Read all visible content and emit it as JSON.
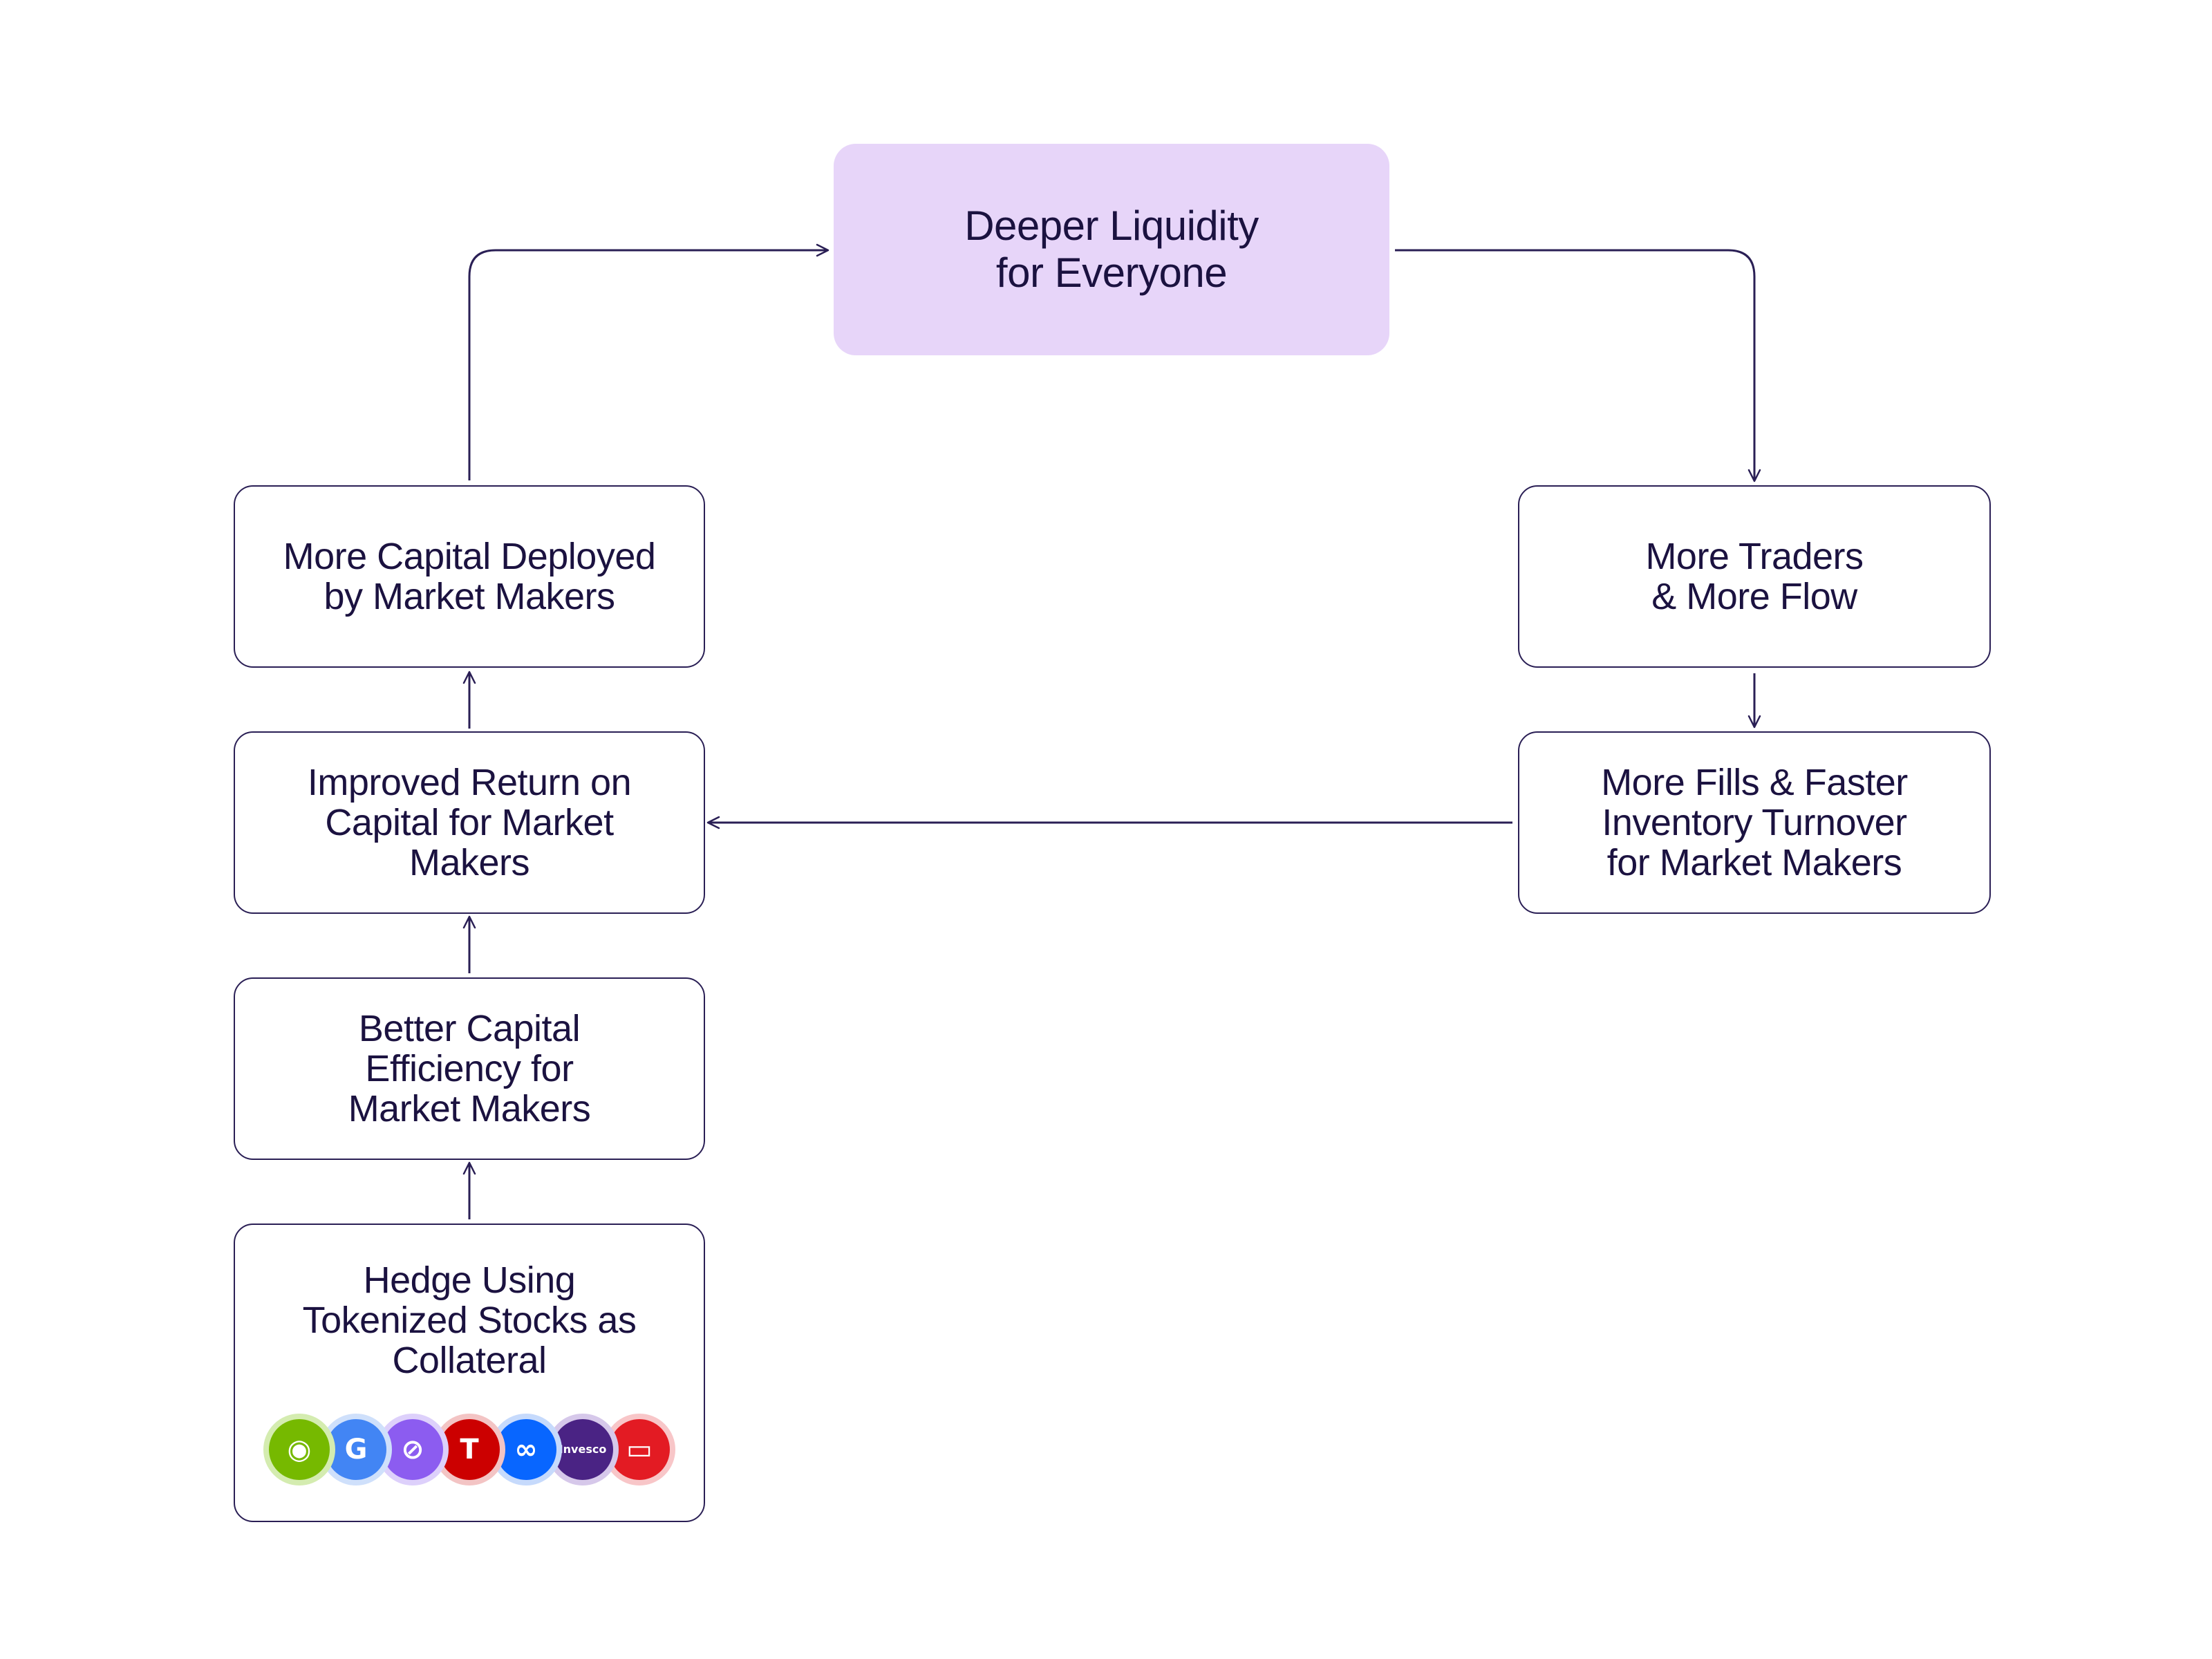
{
  "nodes": {
    "hub": "Deeper Liquidity\nfor Everyone",
    "capital_deployed": "More Capital Deployed\nby Market Makers",
    "improved_return": "Improved Return on\nCapital for Market\nMakers",
    "capital_efficiency": "Better Capital\nEfficiency for\nMarket Makers",
    "hedge": "Hedge Using\nTokenized Stocks as\nCollateral",
    "more_traders": "More Traders\n& More Flow",
    "more_fills": "More Fills & Faster\nInventory Turnover\nfor Market Makers"
  },
  "logos": [
    {
      "icon": "nvidia-icon",
      "glyph": "◉",
      "fill": "#76b900",
      "ring": "#d4ecb0"
    },
    {
      "icon": "google-icon",
      "glyph": "G",
      "fill": "#4285f4",
      "ring": "#cfe0fb"
    },
    {
      "icon": "circle-slash-icon",
      "glyph": "⊘",
      "fill": "#8c5cf0",
      "ring": "#ddd0fb"
    },
    {
      "icon": "tesla-icon",
      "glyph": "T",
      "fill": "#cc0000",
      "ring": "#f3c4c4"
    },
    {
      "icon": "meta-icon",
      "glyph": "∞",
      "fill": "#0866ff",
      "ring": "#c6dafc"
    },
    {
      "icon": "invesco-icon",
      "glyph": "Invesco",
      "fill": "#4a2384",
      "ring": "#d6c8ea"
    },
    {
      "icon": "oracle-icon",
      "glyph": "▭",
      "fill": "#e31b23",
      "ring": "#f8c6c8"
    }
  ],
  "colors": {
    "hub_fill": "#e7d5f9",
    "stroke": "#2a1f55",
    "text": "#1b1240"
  }
}
